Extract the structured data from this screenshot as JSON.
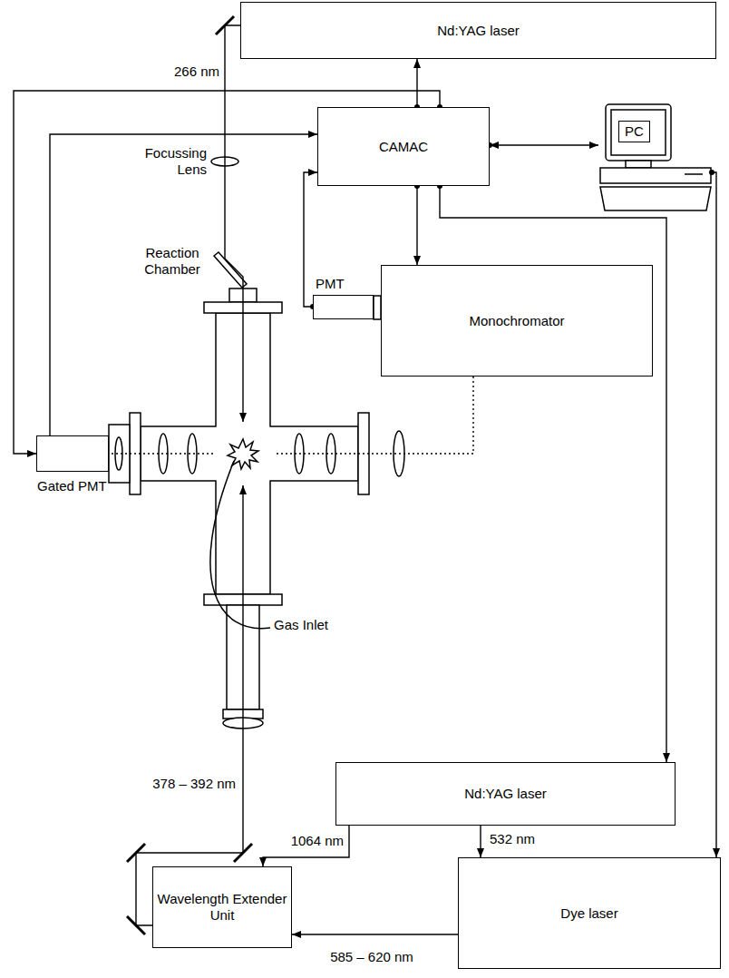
{
  "diagram": {
    "nodes": [
      {
        "text": [
          "Nd:YAG laser"
        ]
      },
      {
        "text": [
          "CAMAC"
        ]
      },
      {
        "text": [
          "PC"
        ]
      },
      {
        "text": [
          "PMT"
        ]
      },
      {
        "text": [
          "Monochromator"
        ]
      },
      {
        "text": [
          "Gated PMT"
        ]
      },
      {
        "text": [
          "Reaction Chamber"
        ]
      },
      {
        "text": [
          "Nd:YAG laser"
        ]
      },
      {
        "text": [
          "Wavelength Extender Unit"
        ]
      },
      {
        "text": [
          "Dye laser"
        ]
      }
    ],
    "edges": [
      {
        "from": 1,
        "to": 0,
        "arrow": "to"
      },
      {
        "from": 1,
        "to": 2,
        "arrow": "both"
      },
      {
        "from": 1,
        "to": 4,
        "arrow": "to"
      },
      {
        "from": 3,
        "to": 1,
        "arrow": "to"
      },
      {
        "from": 1,
        "to": 5,
        "arrow": "to"
      },
      {
        "from": 5,
        "to": 1,
        "arrow": "to"
      },
      {
        "from": 1,
        "to": 7,
        "arrow": "to"
      },
      {
        "from": 2,
        "to": 9,
        "arrow": "to"
      },
      {
        "from": 0,
        "to": 6,
        "label": "266 nm",
        "arrow": "to"
      },
      {
        "from": 7,
        "to": 8,
        "label": "1064 nm",
        "arrow": "to"
      },
      {
        "from": 7,
        "to": 9,
        "label": "532 nm",
        "arrow": "to"
      },
      {
        "from": 9,
        "to": 8,
        "label": "585 – 620 nm",
        "arrow": "to"
      },
      {
        "from": 8,
        "to": 6,
        "label": "378 – 392 nm",
        "arrow": "to"
      },
      {
        "from": 6,
        "to": 5,
        "arrow": "none"
      },
      {
        "from": 6,
        "to": 4,
        "arrow": "none"
      }
    ],
    "labels": [
      "Focussing Lens",
      "Gas Inlet"
    ]
  }
}
